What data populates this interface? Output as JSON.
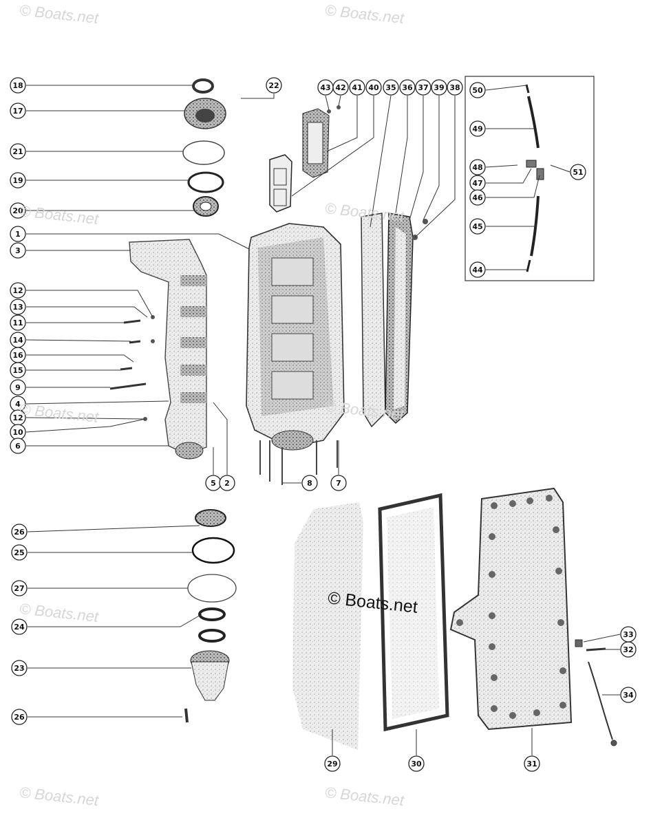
{
  "watermark": "© Boats.net",
  "center_watermark": "© Boats.net",
  "callouts": {
    "c18": "18",
    "c17": "17",
    "c21": "21",
    "c19": "19",
    "c20": "20",
    "c1": "1",
    "c3": "3",
    "c12a": "12",
    "c13": "13",
    "c11": "11",
    "c14": "14",
    "c16": "16",
    "c15": "15",
    "c9": "9",
    "c4": "4",
    "c12b": "12",
    "c10": "10",
    "c6": "6",
    "c5": "5",
    "c2": "2",
    "c8": "8",
    "c7": "7",
    "c22": "22",
    "c43": "43",
    "c42": "42",
    "c41": "41",
    "c40": "40",
    "c35": "35",
    "c36": "36",
    "c37": "37",
    "c39": "39",
    "c38": "38",
    "c50": "50",
    "c49": "49",
    "c48": "48",
    "c47": "47",
    "c46": "46",
    "c45": "45",
    "c44": "44",
    "c51": "51",
    "c26a": "26",
    "c25": "25",
    "c27": "27",
    "c24": "24",
    "c23": "23",
    "c26b": "26",
    "c29": "29",
    "c30": "30",
    "c31": "31",
    "c33": "33",
    "c32": "32",
    "c34": "34"
  }
}
